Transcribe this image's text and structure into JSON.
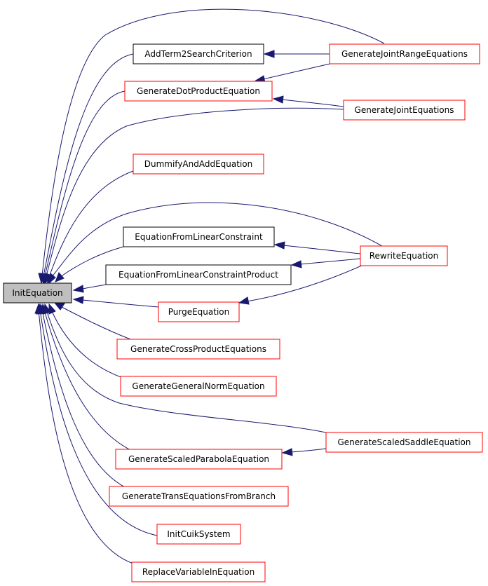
{
  "colors": {
    "edge": "#191970",
    "root_fill": "#bfbfbf",
    "border_documented": "#000000",
    "border_undocumented": "#ff0000"
  },
  "nodes": {
    "init_equation": "InitEquation",
    "add_term2_search_criterion": "AddTerm2SearchCriterion",
    "generate_joint_range_equations": "GenerateJointRangeEquations",
    "generate_dot_product_equation": "GenerateDotProductEquation",
    "generate_joint_equations": "GenerateJointEquations",
    "dummify_and_add_equation": "DummifyAndAddEquation",
    "equation_from_linear_constraint": "EquationFromLinearConstraint",
    "rewrite_equation": "RewriteEquation",
    "equation_from_linear_constraint_product": "EquationFromLinearConstraintProduct",
    "purge_equation": "PurgeEquation",
    "generate_cross_product_equations": "GenerateCrossProductEquations",
    "generate_general_norm_equation": "GenerateGeneralNormEquation",
    "generate_scaled_saddle_equation": "GenerateScaledSaddleEquation",
    "generate_scaled_parabola_equation": "GenerateScaledParabolaEquation",
    "generate_trans_equations_from_branch": "GenerateTransEquationsFromBranch",
    "init_cuik_system": "InitCuikSystem",
    "replace_variable_in_equation": "ReplaceVariableInEquation"
  }
}
